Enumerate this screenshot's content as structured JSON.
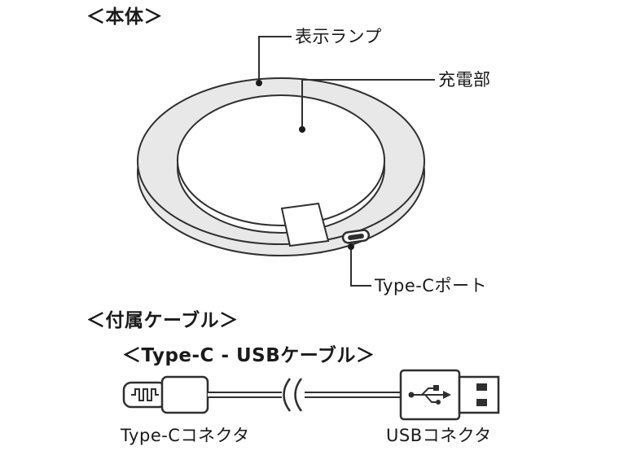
{
  "colors": {
    "line": "#2f2f2f",
    "band": "#e8e8e8",
    "ink": "#1a1a1a"
  },
  "sections": {
    "body": {
      "heading": "＜本体＞"
    },
    "cable": {
      "heading": "＜付属ケーブル＞",
      "subheading": "＜Type-C - USBケーブル＞"
    }
  },
  "labels": {
    "indicator_lamp": "表示ランプ",
    "charging_area": "充電部",
    "type_c_port": "Type-Cポート",
    "type_c_connector": "Type-Cコネクタ",
    "usb_connector": "USBコネクタ"
  }
}
